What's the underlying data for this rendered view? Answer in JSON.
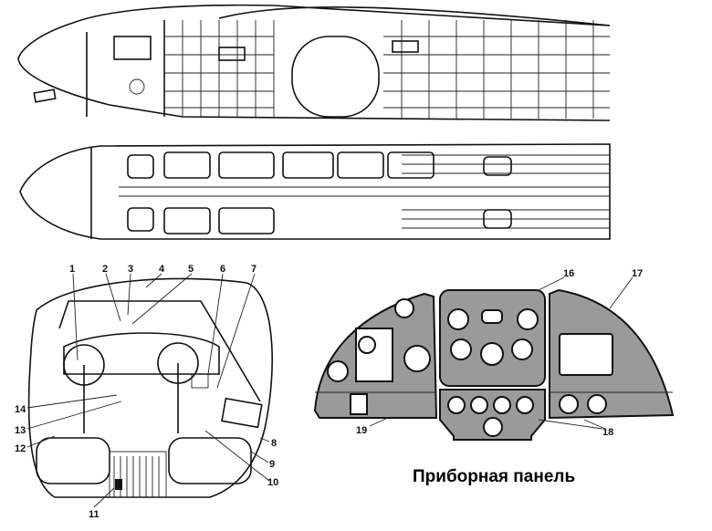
{
  "title": "Приборная панель",
  "cockpit_callouts": [
    "1",
    "2",
    "3",
    "4",
    "5",
    "6",
    "7",
    "8",
    "9",
    "10",
    "11",
    "12",
    "13",
    "14"
  ],
  "panel_callouts": [
    "16",
    "17",
    "18",
    "19"
  ]
}
